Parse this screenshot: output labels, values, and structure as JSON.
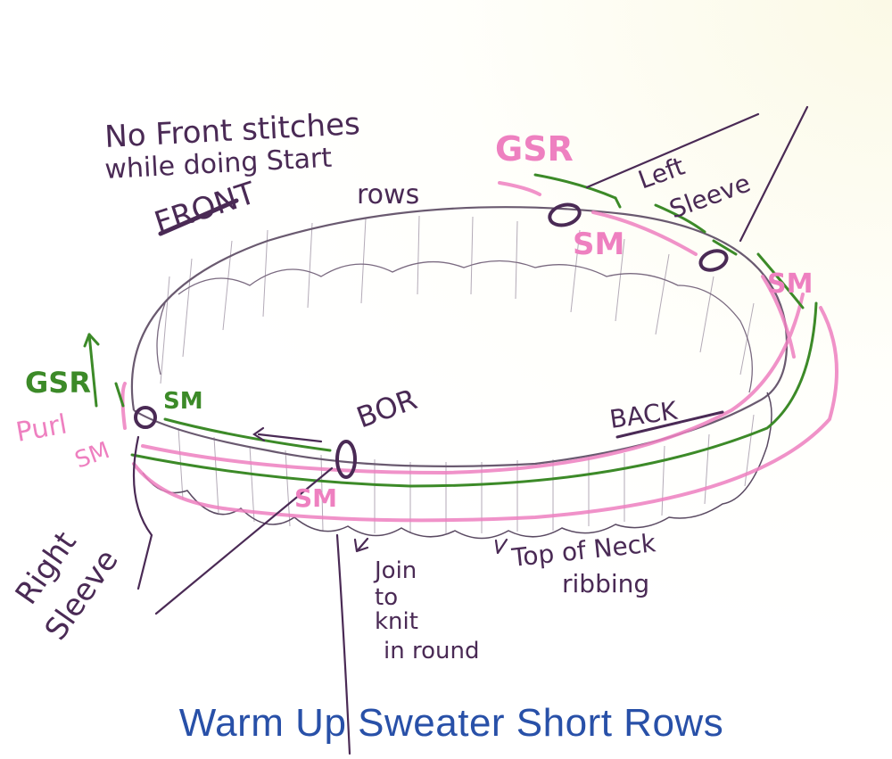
{
  "title": "Warm Up Sweater Short Rows",
  "colors": {
    "ink": "#4a2a55",
    "pencil": "#7a6a80",
    "pink": "#e870b8",
    "green": "#3c8a28",
    "title": "#2850a8"
  },
  "labels": {
    "note_line1": "No Front stitches",
    "note_line2": "while doing Start",
    "note_line3": "rows",
    "front": "FRONT",
    "back": "BACK",
    "gsr_top": "GSR",
    "left_sleeve_1": "Left",
    "left_sleeve_2": "Sleeve",
    "sm_top": "SM",
    "sm_right": "SM",
    "gsr_left": "GSR",
    "sm_left_green": "SM",
    "purl": "Purl",
    "sm_left_pink": "SM",
    "bor": "BOR",
    "sm_bottom": "SM",
    "right_sleeve_1": "Right",
    "right_sleeve_2": "Sleeve",
    "join_1": "Join",
    "join_2": "to",
    "join_3": "knit",
    "join_4": "in round",
    "neck_1": "Top of Neck",
    "neck_2": "ribbing"
  }
}
